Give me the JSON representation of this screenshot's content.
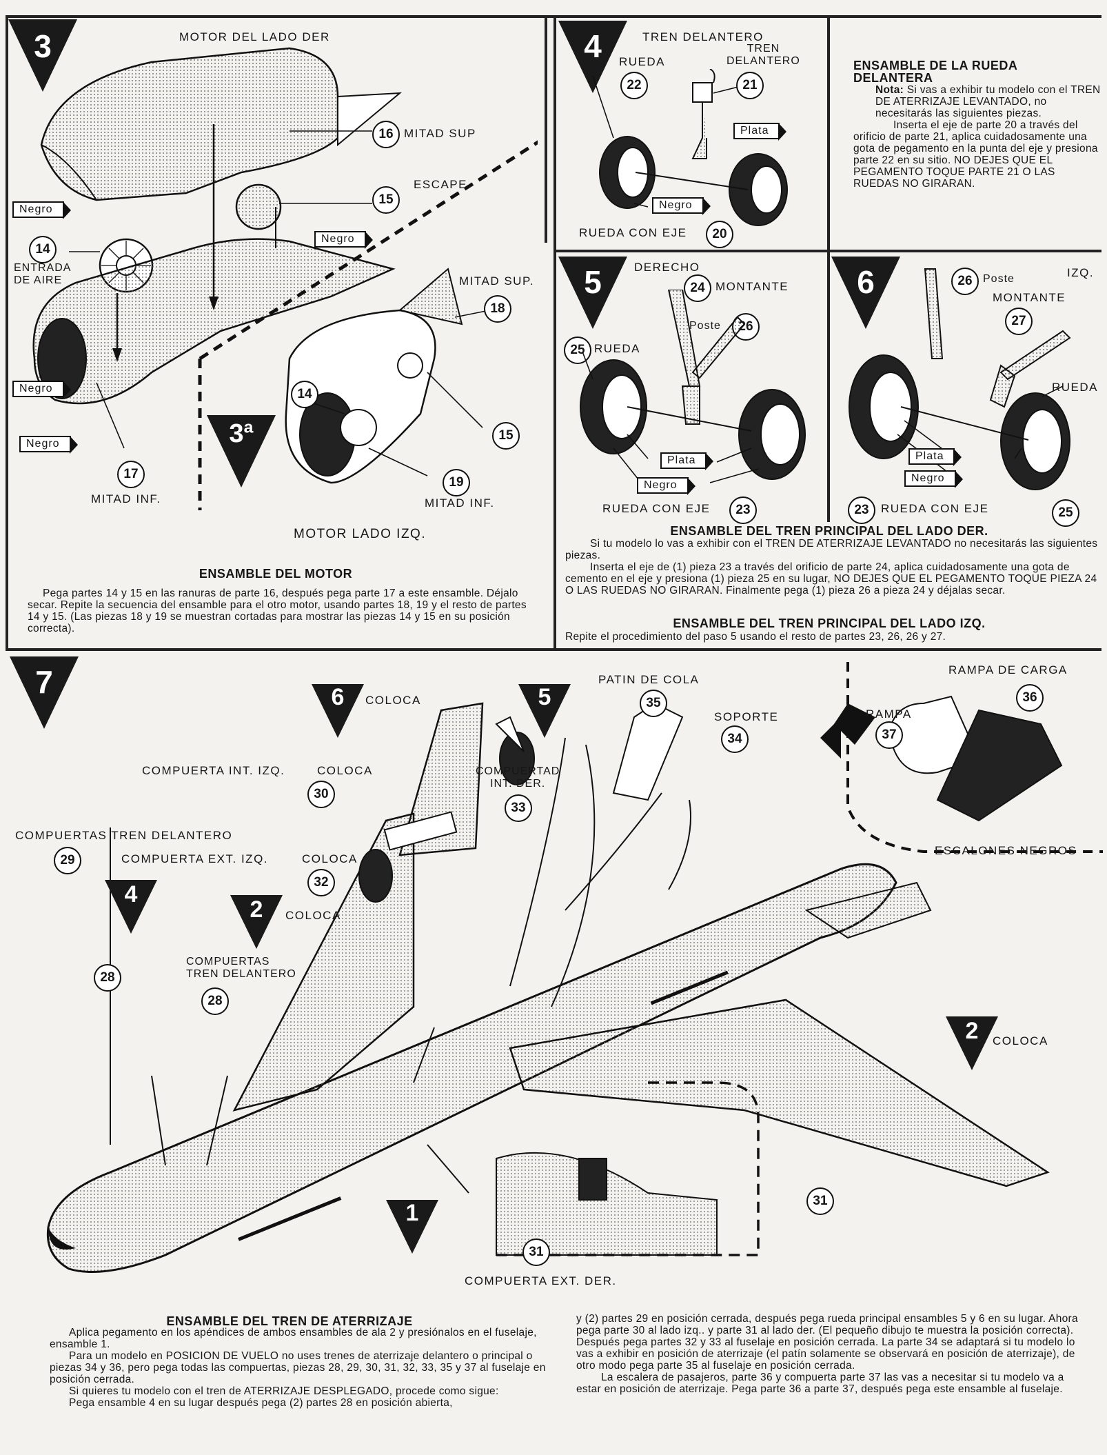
{
  "step3": {
    "number": "3",
    "title_label": "MOTOR DEL LADO DER",
    "labels": {
      "mitad_sup": "MITAD SUP",
      "escape": "ESCAPE",
      "entrada_de_aire": "ENTRADA\nDE AIRE",
      "mitad_inf": "MITAD INF.",
      "mitad_sup_b": "MITAD SUP.",
      "mitad_inf_b": "MITAD INF.",
      "motor_lado_izq": "MOTOR LADO IZQ."
    },
    "tags": {
      "negro1": "Negro",
      "negro2": "Negro",
      "negro3": "Negro",
      "negro4": "Negro"
    },
    "parts": {
      "p16": "16",
      "p15": "15",
      "p14": "14",
      "p17": "17",
      "p18": "18",
      "p14b": "14",
      "p15b": "15",
      "p19": "19"
    },
    "sub_number": "3ª",
    "heading": "ENSAMBLE DEL MOTOR",
    "text": "Pega partes 14 y 15 en las ranuras de parte 16, después pega parte 17 a este ensamble. Déjalo secar. Repite la secuencia del ensamble para el otro motor, usando partes 18, 19 y el resto de partes 14 y 15. (Las piezas 18 y 19 se muestran cortadas para mostrar las piezas 14 y 15 en su posición correcta)."
  },
  "step4": {
    "number": "4",
    "labels": {
      "tren_delantero": "TREN DELANTERO",
      "tren_del2": "TREN\nDELANTERO",
      "rueda": "RUEDA",
      "rueda_con_eje": "RUEDA CON EJE"
    },
    "tags": {
      "plata": "Plata",
      "negro": "Negro"
    },
    "parts": {
      "p22": "22",
      "p21": "21",
      "p20": "20"
    },
    "heading": "ENSAMBLE DE LA RUEDA DELANTERA",
    "nota_label": "Nota:",
    "text1": "Si vas a exhibir tu modelo con el TREN DE ATERRIZAJE LEVANTADO, no necesitarás las siguientes piezas.",
    "text2": "Inserta el eje de parte 20 a través del orificio de parte 21, aplica cuidadosamente una gota de pegamento en la punta del eje y presiona parte 22 en su sitio. NO DEJES QUE EL PEGAMENTO TOQUE PARTE 21 O LAS RUEDAS NO GIRARAN."
  },
  "step5": {
    "number": "5",
    "labels": {
      "derecho": "DERECHO",
      "montante": "MONTANTE",
      "poste": "Poste",
      "rueda": "RUEDA",
      "rueda_con_eje": "RUEDA CON EJE"
    },
    "tags": {
      "plata": "Plata",
      "negro": "Negro"
    },
    "parts": {
      "p24": "24",
      "p26": "26",
      "p25": "25",
      "p23": "23"
    }
  },
  "step6": {
    "number": "6",
    "labels": {
      "izq": "IZQ.",
      "poste": "Poste",
      "montante": "MONTANTE",
      "rueda": "RUEDA",
      "rueda_con_eje": "RUEDA CON EJE"
    },
    "tags": {
      "plata": "Plata",
      "negro": "Negro"
    },
    "parts": {
      "p26": "26",
      "p27": "27",
      "p23": "23",
      "p25": "25"
    }
  },
  "step56_text": {
    "heading_der": "ENSAMBLE DEL TREN PRINCIPAL DEL LADO DER.",
    "text_der1": "Si tu modelo lo vas a exhibir con el TREN DE ATERRIZAJE LEVANTADO no necesitarás las siguientes piezas.",
    "text_der2": "Inserta el eje de (1) pieza 23 a través del orificio de parte 24, aplica cuidadosamente una gota de cemento en el eje y presiona (1) pieza 25 en su lugar, NO DEJES QUE EL PEGAMENTO TOQUE PIEZA 24 O LAS RUEDAS NO GIRARAN. Finalmente pega (1) pieza 26 a pieza 24 y déjalas secar.",
    "heading_izq": "ENSAMBLE DEL TREN PRINCIPAL DEL LADO IZQ.",
    "text_izq": "Repite el procedimiento del paso 5 usando el resto de partes 23, 26, 26 y 27."
  },
  "step7": {
    "number": "7",
    "tri_labels": {
      "t6": "6",
      "t5": "5",
      "t4": "4",
      "t2a": "2",
      "t2b": "2",
      "t1": "1"
    },
    "labels": {
      "coloca1": "COLOCA",
      "compuerta_int_izq": "COMPUERTA INT. IZQ.",
      "coloca2": "COLOCA",
      "compuertas_tren_del": "COMPUERTAS TREN DELANTERO",
      "compuerta_ext_izq": "COMPUERTA EXT. IZQ.",
      "coloca3": "COLOCA",
      "coloca4": "COLOCA",
      "compuertas_tren_del2": "COMPUERTAS\nTREN DELANTERO",
      "patin_de_cola": "PATIN DE COLA",
      "soporte": "SOPORTE",
      "compuerta_int_der": "COMPUERTA\nINT. DER.",
      "rampa_de_carga": "RAMPA DE CARGA",
      "rampa": "RAMPA",
      "escalones_negros": "ESCALONES NEGROS",
      "coloca5": "COLOCA",
      "compuerta_ext_der": "COMPUERTA EXT. DER."
    },
    "parts": {
      "p30": "30",
      "p29": "29",
      "p32": "32",
      "p28a": "28",
      "p28b": "28",
      "p35": "35",
      "p34": "34",
      "p33": "33",
      "p36": "36",
      "p37": "37",
      "p31a": "31",
      "p31b": "31"
    }
  },
  "bottom": {
    "heading": "ENSAMBLE DEL TREN DE ATERRIZAJE",
    "left_paras": [
      "Aplica pegamento en los apéndices de ambos ensambles de ala 2 y presiónalos en el fuselaje, ensamble 1.",
      "Para un modelo en POSICION DE VUELO no uses trenes de aterrizaje delantero o principal o piezas 34 y 36, pero pega todas las compuertas, piezas 28, 29, 30, 31, 32, 33, 35 y 37 al fuselaje en posición cerrada.",
      "Si quieres tu modelo con el tren de ATERRIZAJE DESPLEGADO, procede como sigue:",
      "Pega ensamble 4 en su lugar después pega (2) partes 28 en posición abierta,"
    ],
    "right_paras": [
      "y (2) partes 29 en posición cerrada, después pega rueda principal ensambles 5 y 6 en su lugar. Ahora pega parte 30 al lado izq.. y parte 31 al lado der. (El pequeño dibujo te muestra la posición correcta). Después pega partes 32 y 33 al fuselaje en posición cerrada. La parte 34 se adaptará si tu modelo lo vas a exhibir en posición de aterrizaje (el patín solamente se observará en posición de aterrizaje), de otro modo pega parte 35 al fuselaje en posición cerrada.",
      "La escalera de pasajeros, parte 36 y compuerta parte 37 las vas a necesitar si tu modelo va a estar en posición de aterrizaje. Pega parte 36 a parte 37, después pega este ensamble al fuselaje."
    ]
  }
}
